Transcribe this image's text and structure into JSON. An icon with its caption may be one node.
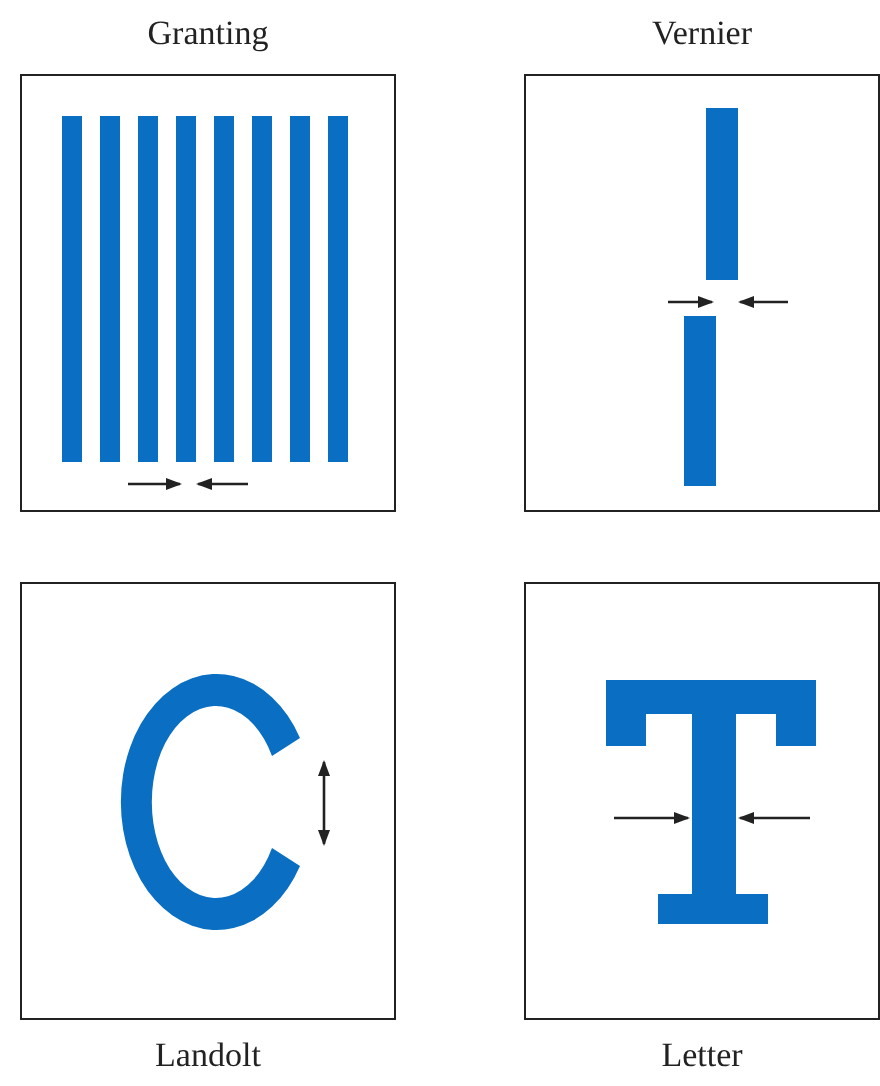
{
  "diagram": {
    "nodes": [
      {
        "text": [
          "Granting"
        ]
      },
      {
        "text": [
          "Vernier"
        ]
      },
      {
        "text": [
          "Landolt"
        ]
      },
      {
        "text": [
          "Letter"
        ]
      }
    ]
  }
}
